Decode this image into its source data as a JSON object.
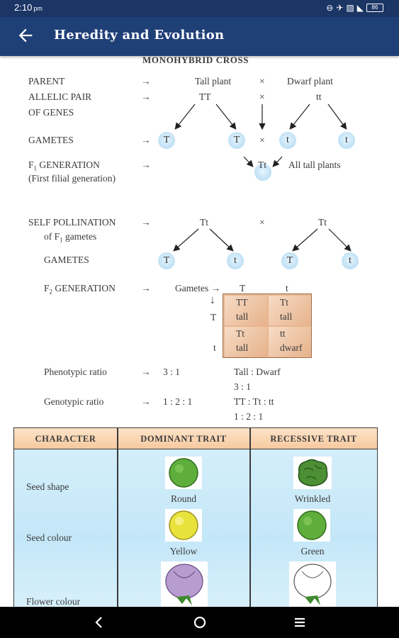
{
  "status_bar": {
    "time": "2:10",
    "time_suffix": "pm",
    "battery": "86"
  },
  "app_bar": {
    "title": "Heredity and Evolution",
    "back_icon": "arrow-left-icon"
  },
  "monohybrid": {
    "heading": "MONOHYBRID CROSS",
    "parent_label": "PARENT",
    "parent_left": "Tall plant",
    "parent_right": "Dwarf plant",
    "allelic_label_1": "ALLELIC PAIR",
    "allelic_label_2": "OF GENES",
    "allele_left": "TT",
    "allele_right": "tt",
    "gametes_label": "GAMETES",
    "gametes": [
      "T",
      "T",
      "t",
      "t"
    ],
    "f1_label_prefix": "F",
    "f1_sub": "1",
    "f1_label_rest": " GENERATION",
    "f1_label_2": "(First filial generation)",
    "f1_result": "Tt",
    "f1_note": "All tall plants",
    "arrow": "→",
    "cross": "×"
  },
  "self_pollination": {
    "label_1": "SELF POLLINATION",
    "label_2_prefix": "of F",
    "label_2_sub": "1",
    "label_2_rest": " gametes",
    "left": "Tt",
    "right": "Tt",
    "gametes_label": "GAMETES",
    "gametes": [
      "T",
      "t",
      "T",
      "t"
    ],
    "f2_label_prefix": "F",
    "f2_sub": "2",
    "f2_label_rest": " GENERATION",
    "gametes_arrow_label": "Gametes →",
    "col_headers": [
      "T",
      "t"
    ],
    "row_headers": [
      "T",
      "t"
    ],
    "down_arrow": "↓",
    "punnett": [
      {
        "genotype": "TT",
        "phenotype": "tall"
      },
      {
        "genotype": "Tt",
        "phenotype": "tall"
      },
      {
        "genotype": "Tt",
        "phenotype": "tall"
      },
      {
        "genotype": "tt",
        "phenotype": "dwarf"
      }
    ],
    "phenotypic_label": "Phenotypic ratio",
    "phenotypic_value": "3 : 1",
    "phenotypic_desc_1": "Tall : Dwarf",
    "phenotypic_desc_2": "3 : 1",
    "genotypic_label": "Genotypic ratio",
    "genotypic_value": "1 : 2 : 1",
    "genotypic_desc_1": "TT : Tt : tt",
    "genotypic_desc_2": "1 : 2 : 1"
  },
  "traits_table": {
    "headers": [
      "CHARACTER",
      "DOMINANT TRAIT",
      "RECESSIVE TRAIT"
    ],
    "rows": [
      {
        "character": "Seed shape",
        "dominant": "Round",
        "recessive": "Wrinkled"
      },
      {
        "character": "Seed colour",
        "dominant": "Yellow",
        "recessive": "Green"
      },
      {
        "character": "Flower colour",
        "dominant": "",
        "recessive": ""
      }
    ]
  },
  "nav_bar": {
    "back": "nav-back-icon",
    "home": "nav-home-icon",
    "menu": "nav-menu-icon"
  }
}
